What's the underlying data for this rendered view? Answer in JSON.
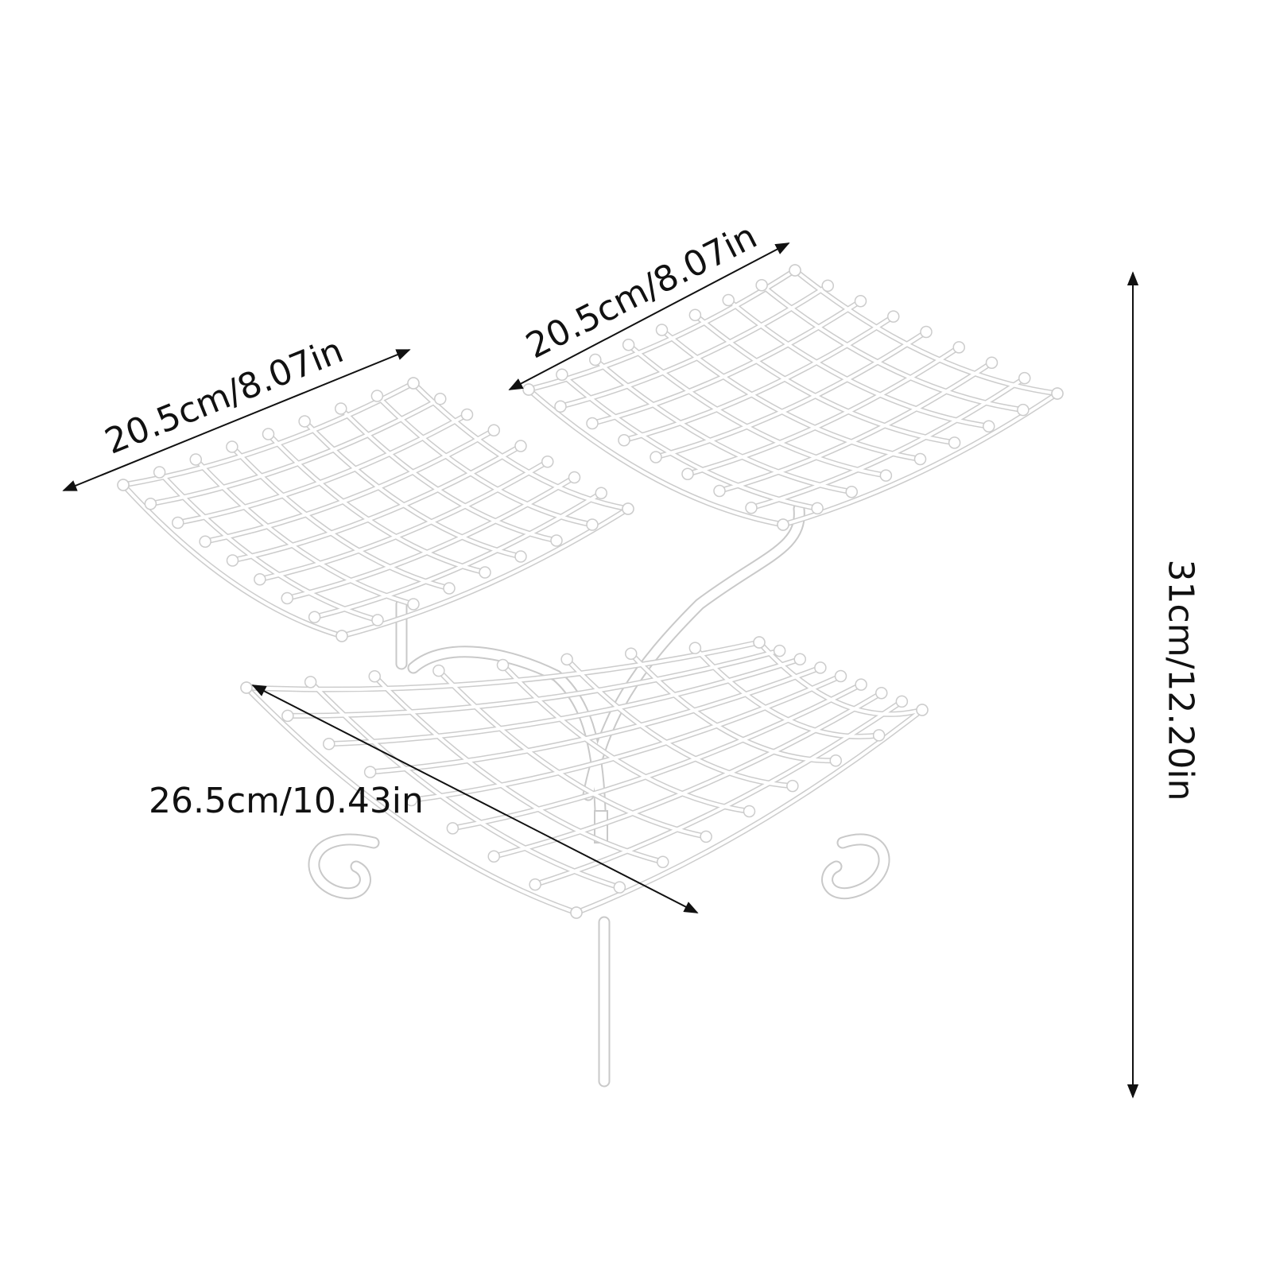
{
  "product": {
    "kind": "three-tier wire fruit basket stand",
    "color": "#ffffff",
    "outline_color": "#cccccc"
  },
  "dimensions": {
    "top_left_width": "20.5cm/8.07in",
    "top_right_width": "20.5cm/8.07in",
    "bottom_width": "26.5cm/10.43in",
    "height": "31cm/12.20in"
  },
  "dimension_line_color": "#111111"
}
